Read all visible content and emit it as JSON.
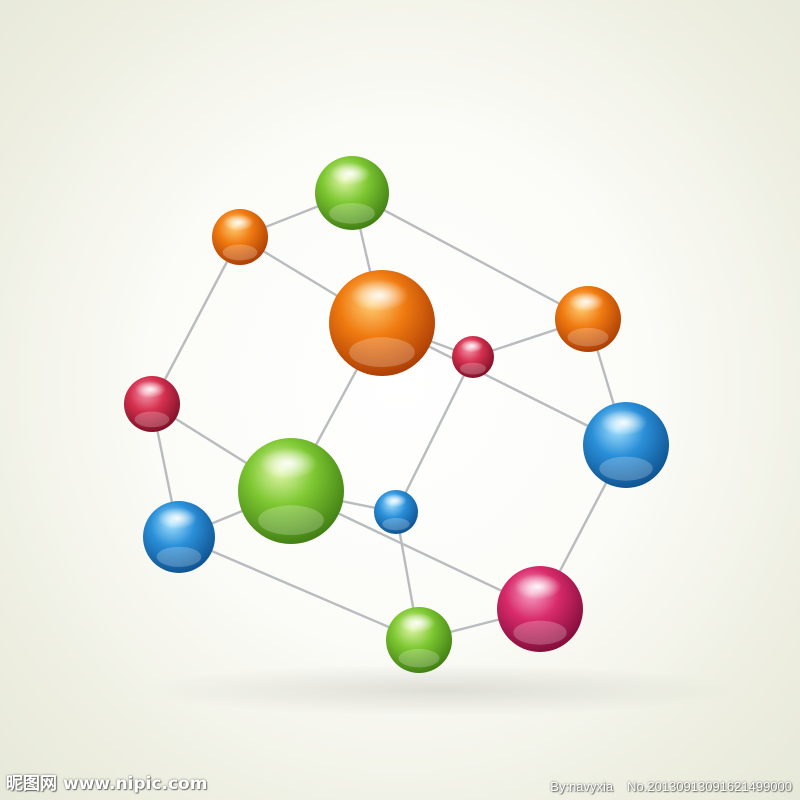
{
  "watermark": {
    "site_name": "昵图网",
    "site_url": "www.nipic.com",
    "author": "By:navyxia",
    "image_number": "No.20130913091621499000"
  },
  "colors": {
    "background": "#f7f8f0",
    "bond": "#b8bcbf",
    "atom_green": "#7ec832",
    "atom_orange": "#f07a10",
    "atom_red": "#d4304e",
    "atom_blue": "#2a8fd8",
    "atom_magenta": "#d82a6a"
  },
  "molecule": {
    "atoms": [
      {
        "id": "green-top",
        "color": "green"
      },
      {
        "id": "orange-top-left",
        "color": "orange"
      },
      {
        "id": "orange-center",
        "color": "orange"
      },
      {
        "id": "orange-right",
        "color": "orange"
      },
      {
        "id": "red-small-center",
        "color": "red"
      },
      {
        "id": "red-left",
        "color": "red"
      },
      {
        "id": "blue-right",
        "color": "blue"
      },
      {
        "id": "green-large",
        "color": "green"
      },
      {
        "id": "blue-small-center",
        "color": "blue"
      },
      {
        "id": "blue-left",
        "color": "blue"
      },
      {
        "id": "magenta-bottom-right",
        "color": "magenta"
      },
      {
        "id": "green-bottom",
        "color": "green"
      }
    ],
    "bonds": [
      [
        "green-top",
        "orange-top-left"
      ],
      [
        "green-top",
        "orange-center"
      ],
      [
        "green-top",
        "orange-right"
      ],
      [
        "orange-top-left",
        "orange-center"
      ],
      [
        "orange-top-left",
        "red-left"
      ],
      [
        "orange-right",
        "red-small-center"
      ],
      [
        "orange-right",
        "blue-right"
      ],
      [
        "orange-center",
        "red-small-center"
      ],
      [
        "orange-center",
        "blue-right"
      ],
      [
        "orange-center",
        "green-large"
      ],
      [
        "red-small-center",
        "blue-small-center"
      ],
      [
        "red-left",
        "green-large"
      ],
      [
        "red-left",
        "blue-left"
      ],
      [
        "green-large",
        "blue-left"
      ],
      [
        "green-large",
        "blue-small-center"
      ],
      [
        "green-large",
        "magenta-bottom-right"
      ],
      [
        "blue-small-center",
        "green-bottom"
      ],
      [
        "blue-left",
        "green-bottom"
      ],
      [
        "blue-right",
        "magenta-bottom-right"
      ],
      [
        "magenta-bottom-right",
        "green-bottom"
      ]
    ]
  }
}
